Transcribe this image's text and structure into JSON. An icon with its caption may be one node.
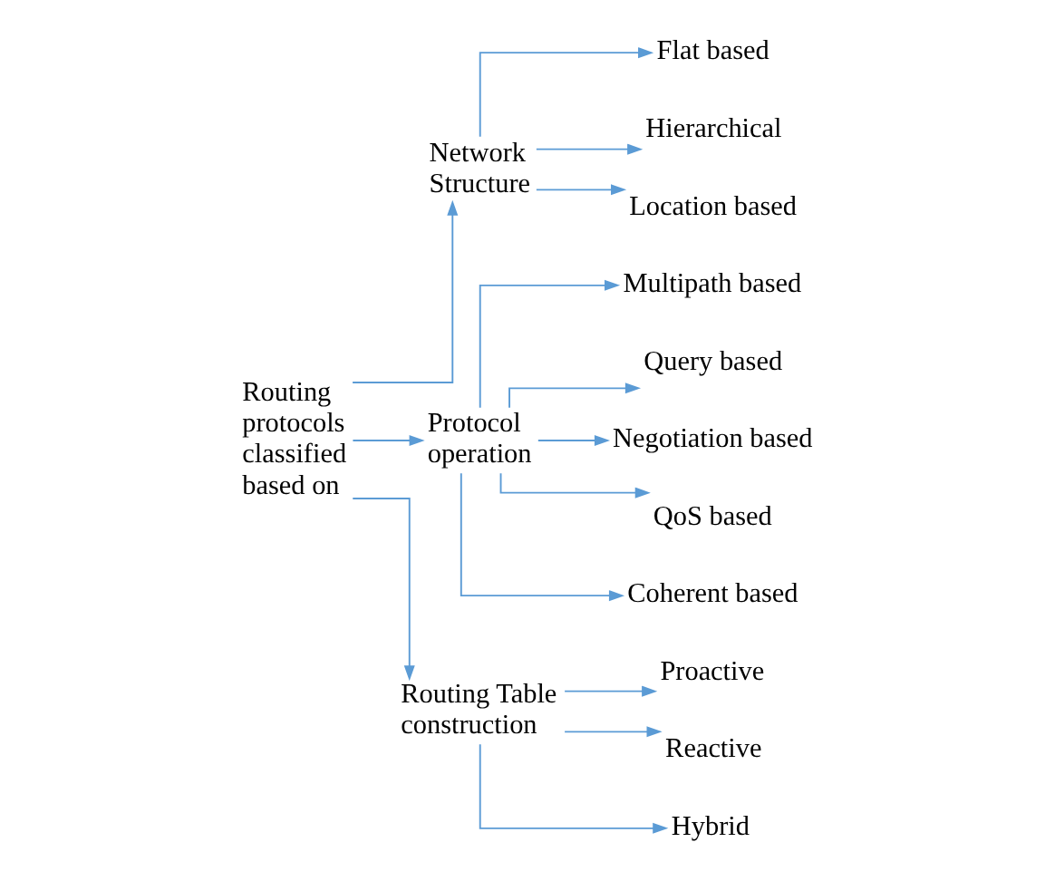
{
  "diagram": {
    "nodes": [
      {
        "text": [
          "Routing protocols classified based on"
        ]
      },
      {
        "text": [
          "Network Structure"
        ]
      },
      {
        "text": [
          "Protocol operation"
        ]
      },
      {
        "text": [
          "Routing Table construction"
        ]
      },
      {
        "text": [
          "Flat based"
        ]
      },
      {
        "text": [
          "Hierarchical"
        ]
      },
      {
        "text": [
          "Location based"
        ]
      },
      {
        "text": [
          "Multipath based"
        ]
      },
      {
        "text": [
          "Query based"
        ]
      },
      {
        "text": [
          "Negotiation based"
        ]
      },
      {
        "text": [
          "QoS based"
        ]
      },
      {
        "text": [
          "Coherent based"
        ]
      },
      {
        "text": [
          "Proactive"
        ]
      },
      {
        "text": [
          "Reactive"
        ]
      },
      {
        "text": [
          "Hybrid"
        ]
      }
    ],
    "edges": [
      {
        "from": 0,
        "to": 1,
        "arrow": "to"
      },
      {
        "from": 0,
        "to": 2,
        "arrow": "to"
      },
      {
        "from": 0,
        "to": 3,
        "arrow": "to"
      },
      {
        "from": 1,
        "to": 4,
        "arrow": "to"
      },
      {
        "from": 1,
        "to": 5,
        "arrow": "to"
      },
      {
        "from": 1,
        "to": 6,
        "arrow": "to"
      },
      {
        "from": 2,
        "to": 7,
        "arrow": "to"
      },
      {
        "from": 2,
        "to": 8,
        "arrow": "to"
      },
      {
        "from": 2,
        "to": 9,
        "arrow": "to"
      },
      {
        "from": 2,
        "to": 10,
        "arrow": "to"
      },
      {
        "from": 2,
        "to": 11,
        "arrow": "to"
      },
      {
        "from": 3,
        "to": 12,
        "arrow": "to"
      },
      {
        "from": 3,
        "to": 13,
        "arrow": "to"
      },
      {
        "from": 3,
        "to": 14,
        "arrow": "to"
      }
    ]
  }
}
